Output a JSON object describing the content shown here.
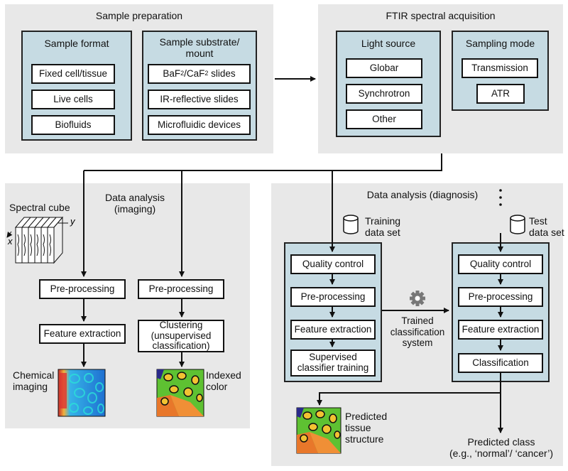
{
  "sample_prep": {
    "title": "Sample preparation",
    "format": {
      "title": "Sample format",
      "items": [
        "Fixed cell/tissue",
        "Live cells",
        "Biofluids"
      ]
    },
    "substrate": {
      "title_line1": "Sample substrate/",
      "title_line2": "mount",
      "item1_pre": "BaF",
      "item1_sub1": "2",
      "item1_mid": "/CaF",
      "item1_sub2": "2",
      "item1_post": " slides",
      "item2": "IR-reflective slides",
      "item3": "Microfluidic devices"
    }
  },
  "ftir": {
    "title": "FTIR spectral acquisition",
    "light": {
      "title": "Light source",
      "items": [
        "Globar",
        "Synchrotron",
        "Other"
      ]
    },
    "sampling": {
      "title": "Sampling mode",
      "items": [
        "Transmission",
        "ATR"
      ]
    }
  },
  "imaging": {
    "title_line1": "Data analysis",
    "title_line2": "(imaging)",
    "cube_label": "Spectral cube",
    "axis_x": "x",
    "axis_y": "y",
    "left": {
      "preprocess": "Pre-processing",
      "feature": "Feature extraction",
      "out_line1": "Chemical",
      "out_line2": "imaging"
    },
    "right": {
      "preprocess": "Pre-processing",
      "cluster_line1": "Clustering",
      "cluster_line2": "(unsupervised",
      "cluster_line3": "classification)",
      "out_line1": "Indexed",
      "out_line2": "color"
    }
  },
  "diagnosis": {
    "title": "Data analysis (diagnosis)",
    "training": {
      "db_line1": "Training",
      "db_line2": "data set",
      "quality": "Quality control",
      "preprocess": "Pre-processing",
      "feature": "Feature extraction",
      "supervised_line1": "Supervised",
      "supervised_line2": "classifier training"
    },
    "test": {
      "db_line1": "Test",
      "db_line2": "data set",
      "quality": "Quality control",
      "preprocess": "Pre-processing",
      "feature": "Feature extraction",
      "classification": "Classification"
    },
    "trained_line1": "Trained",
    "trained_line2": "classification",
    "trained_line3": "system",
    "predicted_line1": "Predicted",
    "predicted_line2": "tissue",
    "predicted_line3": "structure",
    "class_line1": "Predicted class",
    "class_line2": "(e.g., ‘normal’/ ‘cancer’)"
  },
  "colors": {
    "panel": "#e8e8e8",
    "inner": "#c6dbe3",
    "line": "#111111"
  }
}
